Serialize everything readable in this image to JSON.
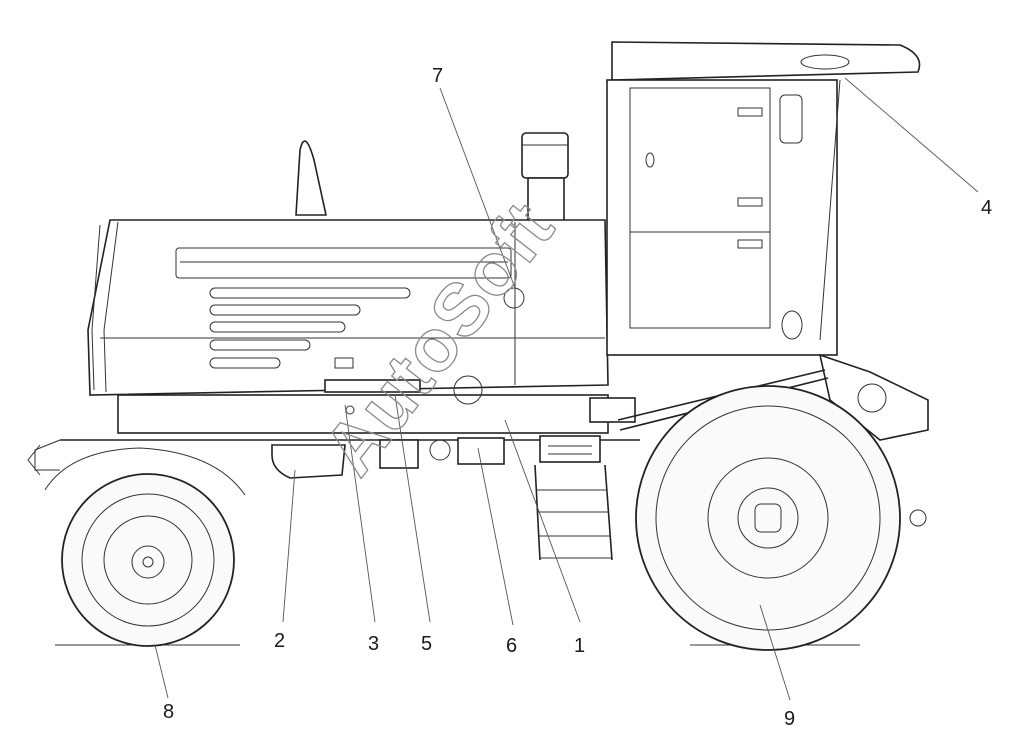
{
  "callouts": [
    {
      "num": "1"
    },
    {
      "num": "2"
    },
    {
      "num": "3"
    },
    {
      "num": "4"
    },
    {
      "num": "5"
    },
    {
      "num": "6"
    },
    {
      "num": "7"
    },
    {
      "num": "8"
    },
    {
      "num": "9"
    }
  ],
  "watermark": {
    "text": "AutoSoft"
  },
  "colors": {
    "line": "#222222",
    "background": "#ffffff",
    "watermark": "#8a8a8a"
  }
}
